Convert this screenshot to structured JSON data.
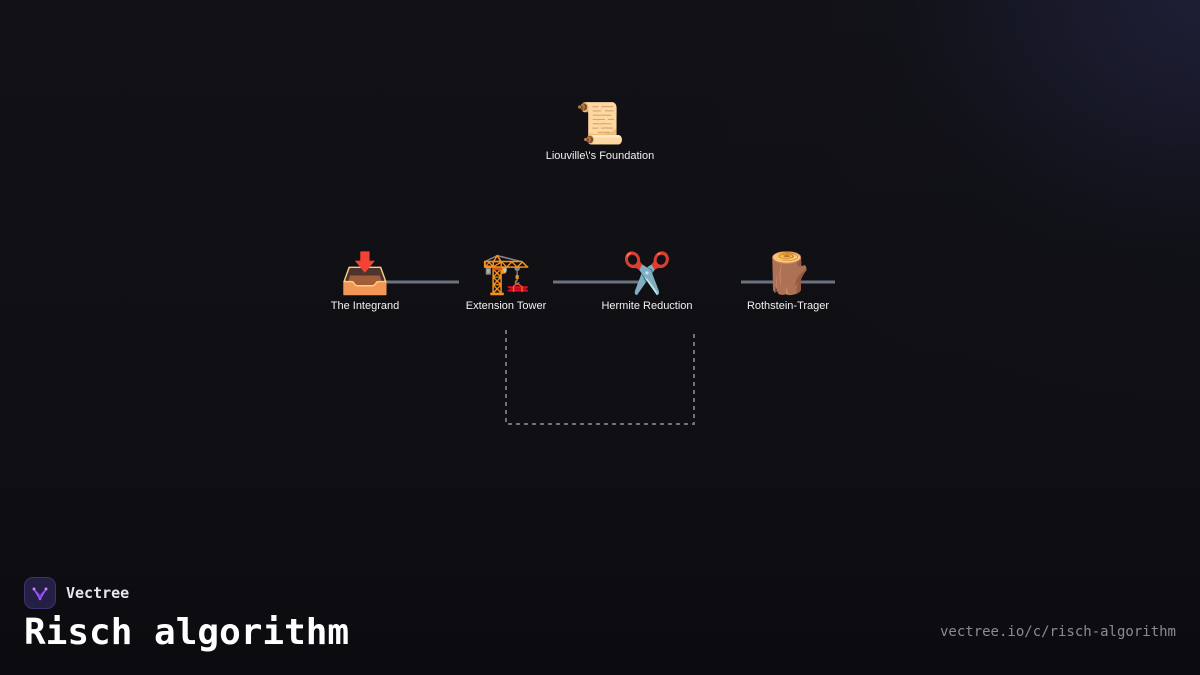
{
  "diagram": {
    "nodes": [
      {
        "id": "foundation",
        "icon": "📜",
        "icon_name": "scroll-icon",
        "label": "Liouville\\'s Foundation"
      },
      {
        "id": "integrand",
        "icon": "📥",
        "icon_name": "inbox-tray-icon",
        "label": "The Integrand"
      },
      {
        "id": "extension",
        "icon": "🏗️",
        "icon_name": "crane-icon",
        "label": "Extension Tower"
      },
      {
        "id": "hermite",
        "icon": "✂️",
        "icon_name": "scissors-icon",
        "label": "Hermite Reduction"
      },
      {
        "id": "rothstein",
        "icon": "🪵",
        "icon_name": "log-wood-icon",
        "label": "Rothstein-Trager"
      }
    ],
    "edges": [
      {
        "from": "integrand",
        "to": "extension",
        "style": "solid"
      },
      {
        "from": "extension",
        "to": "hermite",
        "style": "solid"
      },
      {
        "from": "hermite",
        "to": "rothstein",
        "style": "solid"
      },
      {
        "from": "extension",
        "to": "hermite",
        "style": "dashed"
      }
    ],
    "colors": {
      "edge": "#6b7280",
      "label": "#f2f2f4",
      "background": "#0e0e12"
    }
  },
  "footer": {
    "brand_name": "Vectree",
    "title": "Risch algorithm",
    "url": "vectree.io/c/risch-algorithm",
    "brand_color": "#241f45",
    "logo_accent": "#a855f7"
  }
}
